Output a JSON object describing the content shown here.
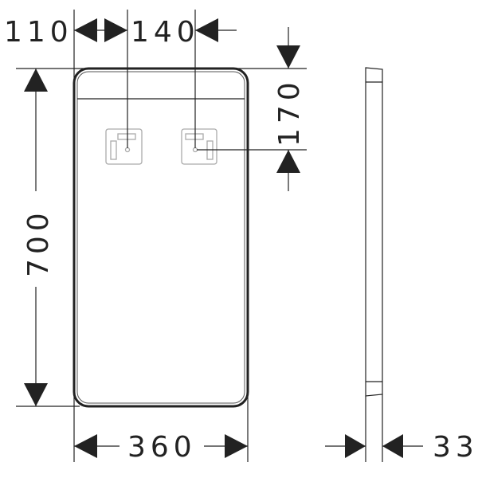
{
  "dimensions": {
    "left_offset": "110",
    "socket_spacing": "140",
    "socket_height": "170",
    "height": "700",
    "width": "360",
    "depth": "33"
  },
  "colors": {
    "line": "#222222",
    "socket": "#aaaaaa"
  }
}
